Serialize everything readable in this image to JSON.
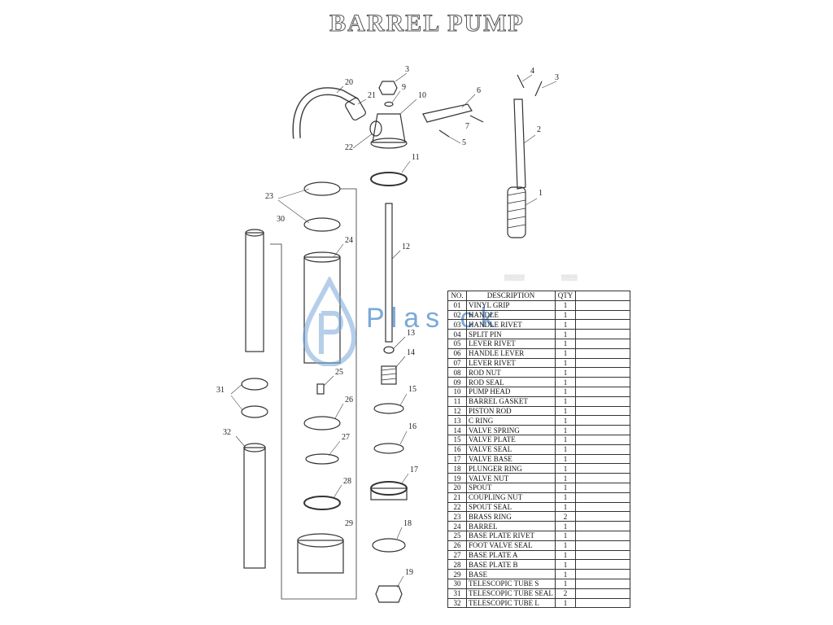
{
  "title": "BARREL PUMP",
  "watermark": "Plas  ck",
  "table": {
    "headers": {
      "no": "NO.",
      "description": "DESCRIPTION",
      "qty": "QTY"
    },
    "rows": [
      {
        "no": "01",
        "desc": "VINYL GRIP",
        "qty": "1"
      },
      {
        "no": "02",
        "desc": "HANDLE",
        "qty": "1"
      },
      {
        "no": "03",
        "desc": "HANDLE RIVET",
        "qty": "1"
      },
      {
        "no": "04",
        "desc": "SPLIT PIN",
        "qty": "1"
      },
      {
        "no": "05",
        "desc": "LEVER RIVET",
        "qty": "1"
      },
      {
        "no": "06",
        "desc": "HANDLE LEVER",
        "qty": "1"
      },
      {
        "no": "07",
        "desc": "LEVER RIVET",
        "qty": "1"
      },
      {
        "no": "08",
        "desc": "ROD NUT",
        "qty": "1"
      },
      {
        "no": "09",
        "desc": "ROD SEAL",
        "qty": "1"
      },
      {
        "no": "10",
        "desc": "PUMP HEAD",
        "qty": "1"
      },
      {
        "no": "11",
        "desc": "BARREL GASKET",
        "qty": "1"
      },
      {
        "no": "12",
        "desc": "PISTON ROD",
        "qty": "1"
      },
      {
        "no": "13",
        "desc": "C RING",
        "qty": "1"
      },
      {
        "no": "14",
        "desc": "VALVE SPRING",
        "qty": "1"
      },
      {
        "no": "15",
        "desc": "VALVE PLATE",
        "qty": "1"
      },
      {
        "no": "16",
        "desc": "VALVE SEAL",
        "qty": "1"
      },
      {
        "no": "17",
        "desc": "VALVE BASE",
        "qty": "1"
      },
      {
        "no": "18",
        "desc": "PLUNGER RING",
        "qty": "1"
      },
      {
        "no": "19",
        "desc": "VALVE NUT",
        "qty": "1"
      },
      {
        "no": "20",
        "desc": "SPOUT",
        "qty": "1"
      },
      {
        "no": "21",
        "desc": "COUPLING NUT",
        "qty": "1"
      },
      {
        "no": "22",
        "desc": "SPOUT SEAL",
        "qty": "1"
      },
      {
        "no": "23",
        "desc": "BRASS RING",
        "qty": "2"
      },
      {
        "no": "24",
        "desc": "BARREL",
        "qty": "1"
      },
      {
        "no": "25",
        "desc": "BASE PLATE RIVET",
        "qty": "1"
      },
      {
        "no": "26",
        "desc": "FOOT VALVE SEAL",
        "qty": "1"
      },
      {
        "no": "27",
        "desc": "BASE PLATE A",
        "qty": "1"
      },
      {
        "no": "28",
        "desc": "BASE PLATE B",
        "qty": "1"
      },
      {
        "no": "29",
        "desc": "BASE",
        "qty": "1"
      },
      {
        "no": "30",
        "desc": "TELESCOPIC TUBE S",
        "qty": "1"
      },
      {
        "no": "31",
        "desc": "TELESCOPIC TUBE SEAL",
        "qty": "2"
      },
      {
        "no": "32",
        "desc": "TELESCOPIC TUBE L",
        "qty": "1"
      }
    ]
  },
  "callouts": {
    "c1": "1",
    "c2": "2",
    "c3a": "3",
    "c3b": "3",
    "c4": "4",
    "c5": "5",
    "c6": "6",
    "c7": "7",
    "c9": "9",
    "c10": "10",
    "c11": "11",
    "c12": "12",
    "c13": "13",
    "c14": "14",
    "c15": "15",
    "c16": "16",
    "c17": "17",
    "c18": "18",
    "c19": "19",
    "c20": "20",
    "c21": "21",
    "c22": "22",
    "c23": "23",
    "c24": "24",
    "c25": "25",
    "c26": "26",
    "c27": "27",
    "c28": "28",
    "c29": "29",
    "c30": "30",
    "c31": "31",
    "c32": "32"
  },
  "colors": {
    "line": "#333333",
    "watermark": "#7aa9d9"
  }
}
